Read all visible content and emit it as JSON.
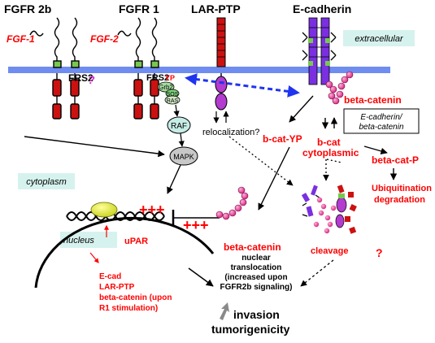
{
  "receptors": {
    "fgfr2b": "FGFR 2b",
    "fgfr1": "FGFR 1",
    "larptp": "LAR-PTP",
    "ecadherin": "E-cadherin"
  },
  "ligands": {
    "fgf1": "FGF-1",
    "fgf2": "FGF-2"
  },
  "adaptors": {
    "frs2_a": "FRS2",
    "frs2_b": "FRS2",
    "qmark_a": "?",
    "yp": "YP",
    "grb2": "Grb2",
    "sos": "SOS",
    "ras": "RAS"
  },
  "kinases": {
    "raf": "RAF",
    "mapk": "MAPK"
  },
  "compartments": {
    "extracellular": "extracellular",
    "cytoplasm": "cytoplasm",
    "nucleus": "nucleus"
  },
  "labels": {
    "beta_catenin_top": "beta-catenin",
    "complex_line1": "E-cadherin/",
    "complex_line2": "beta-catenin",
    "relocalization": "relocalization?",
    "bcat_yp": "b-cat-YP",
    "bcat": "b-cat",
    "cytoplasmic": "cytoplasmic",
    "bcat_p": "beta-cat-P",
    "ubiq1": "Ubiquitination",
    "ubiq2": "degradation",
    "plus_nuc": "+++",
    "plus_mid": "+++",
    "upar": "uPAR",
    "targets": [
      "E-cad",
      "LAR-PTP",
      "beta-catenin (upon",
      "R1 stimulation)"
    ],
    "beta_catenin_mid": "beta-catenin",
    "nuc_trans": [
      "nuclear",
      "translocation",
      "(increased upon",
      "FGFR2b signaling)"
    ],
    "cleavage": "cleavage",
    "qmark_b": "?",
    "outcome1": "invasion",
    "outcome2": "tumorigenicity"
  },
  "colors": {
    "membrane": "#6f8cf0",
    "receptor_red": "#cc1111",
    "ecad_purple": "#7a2fe0",
    "bead_pink": "#e0388f",
    "label_red": "#ff0000",
    "dashed_blue": "#1f34f0",
    "green_knob": "#78c850",
    "compartment_box": "#d6f2ee"
  }
}
